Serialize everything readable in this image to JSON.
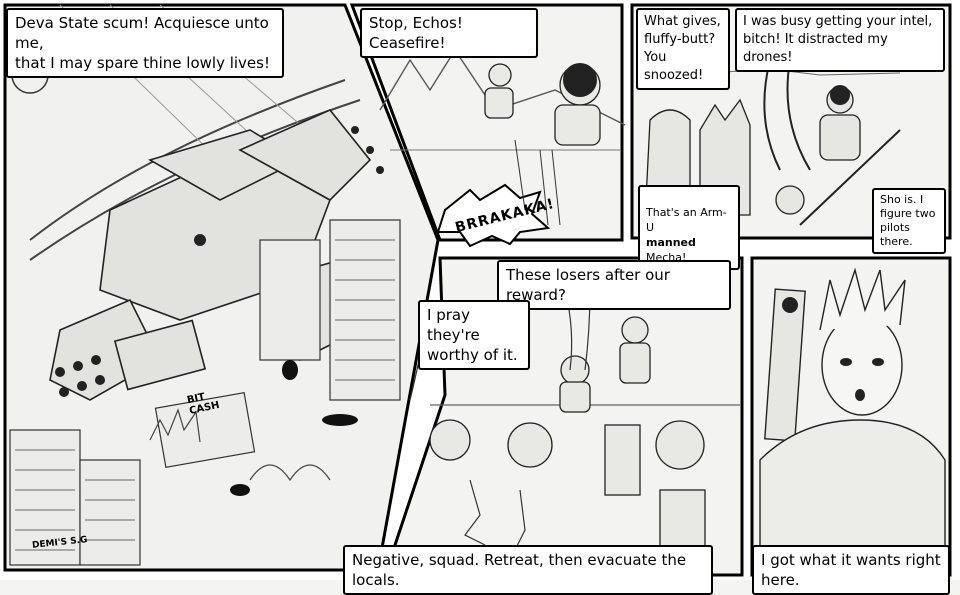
{
  "balloons": {
    "p1": "Deva State scum! Acquiesce unto me,\nthat I may spare thine lowly lives!",
    "p2": "Stop, Echos! Ceasefire!",
    "p3a": "What gives,\nfluffy-butt?\nYou snoozed!",
    "p3b": "I was busy getting your intel,\nbitch! It distracted my drones!",
    "p3c_pre": "That's an Arm-U",
    "p3c_strong": "manned",
    "p3c_post": "Mecha!",
    "p3d": "Sho is. I\nfigure two\npilots there.",
    "p4a": "These losers after our reward?",
    "p4b": "I pray they're\nworthy of it.",
    "p4c": "Negative, squad. Retreat, then evacuate the locals.",
    "p5": "I got what it wants right here."
  },
  "sfx": {
    "blast": "BRRAKAKA!"
  },
  "signs": {
    "bit_cash": "BIT\nCASH",
    "store": "DEMI'S S.G"
  },
  "colors": {
    "ink": "#000000",
    "paper": "#f4f4f2",
    "balloon": "#ffffff",
    "art": "#8a8a8a"
  }
}
